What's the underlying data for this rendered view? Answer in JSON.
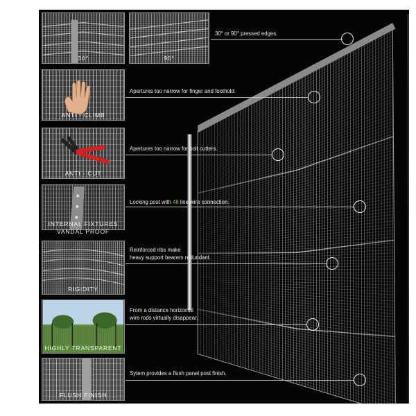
{
  "thumbnails": {
    "angle30": "30°",
    "angle90": "90°",
    "anti_climb": "ANTI - CLIMB",
    "anti_cut": "ANTI - CUT",
    "internal_fixtures_line1": "INTERNAL FIXTURES",
    "internal_fixtures_line2": "VANDAL PROOF",
    "rigidity": "RIGIDITY",
    "highly_transparent": "HIGHLY TRANSPARENT",
    "flush_finish": "FLUSH FINISH"
  },
  "callouts": {
    "edges": "30° or 90° pressed edges.",
    "finger": "Apertures too narrow for finger and foothold.",
    "bolt": "Apertures too narrow for bolt cutters.",
    "locking_pre": "Locking post with ",
    "locking_num": "48",
    "locking_post": " line wire connection.",
    "ribs_line1": "Reinforced ribs make",
    "ribs_line2": "heavy support bearers redundant.",
    "distance_line1": "From a distance horizontal",
    "distance_line2": "wire rods virtually disappear.",
    "flush": "Sytem provides a flush panel post finish."
  },
  "colors": {
    "background": "#050505",
    "text": "#ededed",
    "highlight": "#69d64a",
    "cutter_handle": "#d42020"
  }
}
